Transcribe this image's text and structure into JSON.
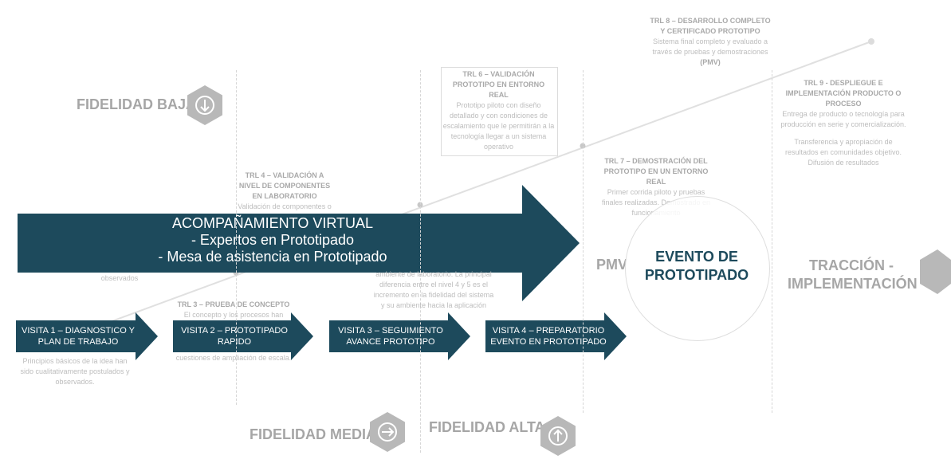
{
  "fidelity": {
    "low": "FIDELIDAD BAJA",
    "medium": "FIDELIDAD MEDIA",
    "high": "FIDELIDAD ALTA"
  },
  "trl": {
    "trl1_body": "Principios básicos de la idea han sido cualitativamente postulados y observados.",
    "trl3_title": "TRL 3 – PRUEBA DE CONCEPTO",
    "trl3_body_top": "El concepto y los procesos han",
    "trl3_body_bottom": "cuestiones de ampliación de escala.",
    "trl4_title": "TRL 4 – VALIDACIÓN A NIVEL DE COMPONENTES EN LABORATORIO",
    "trl4_body": "Validación de componentes o",
    "trl4_fragment": "observados",
    "trl5_body": "ambiente de laboratorio. La principal diferencia entre el nivel 4 y 5 es el incremento en la fidelidad del sistema y su ambiente hacia la aplicación",
    "trl6_title": "TRL 6 – VALIDACIÓN PROTOTIPO EN ENTORNO REAL",
    "trl6_body": "Prototipo piloto con diseño detallado y con condiciones de escalamiento que le permitirán a la tecnología llegar a un sistema operativo",
    "trl7_title": "TRL 7 – DEMOSTRACIÓN DEL PROTOTIPO EN UN ENTORNO REAL",
    "trl7_body": "Primer corrida piloto y pruebas finales realizadas. Demostrado en funcionamiento",
    "trl8_title": "TRL 8 – DESARROLLO COMPLETO Y CERTIFICADO PROTOTIPO",
    "trl8_body": "Sistema final completo y evaluado a través de pruebas y demostraciones",
    "trl8_pmv": "(PMV)",
    "trl9_title": "TRL 9 - DESPLIEGUE E IMPLEMENTACIÓN PRODUCTO O PROCESO",
    "trl9_body": "Entrega de producto o tecnología para producción en serie y comercialización.",
    "trl9_body2": "Transferencia y apropiación de resultados en comunidades objetivo. Difusión de resultados"
  },
  "accompaniment": {
    "line1": "ACOMPAÑAMIENTO VIRTUAL",
    "line2": "-  Expertos en Prototipado",
    "line3": "- Mesa de asistencia en Prototipado"
  },
  "visits": {
    "v1": "VISITA 1 – DIAGNOSTICO Y PLAN DE TRABAJO",
    "v2": "VISITA 2 – PROTOTIPADO RAPIDO",
    "v3": "VISITA 3 – SEGUIMIENTO AVANCE PROTOTIPO",
    "v4": "VISITA 4 – PREPARATORIO EVENTO EN PROTOTIPADO"
  },
  "event": {
    "title": "EVENTO DE PROTOTIPADO"
  },
  "pmv_label": "PMV",
  "traction": "TRACCIÓN - IMPLEMENTACIÓN",
  "colors": {
    "arrow": "#1d4a5c",
    "muted_text": "#a6a6a6",
    "hex_fill": "#b8b8b8"
  },
  "icons": {
    "low": "arrow-down-icon",
    "medium": "arrow-right-icon",
    "high": "arrow-up-icon"
  }
}
